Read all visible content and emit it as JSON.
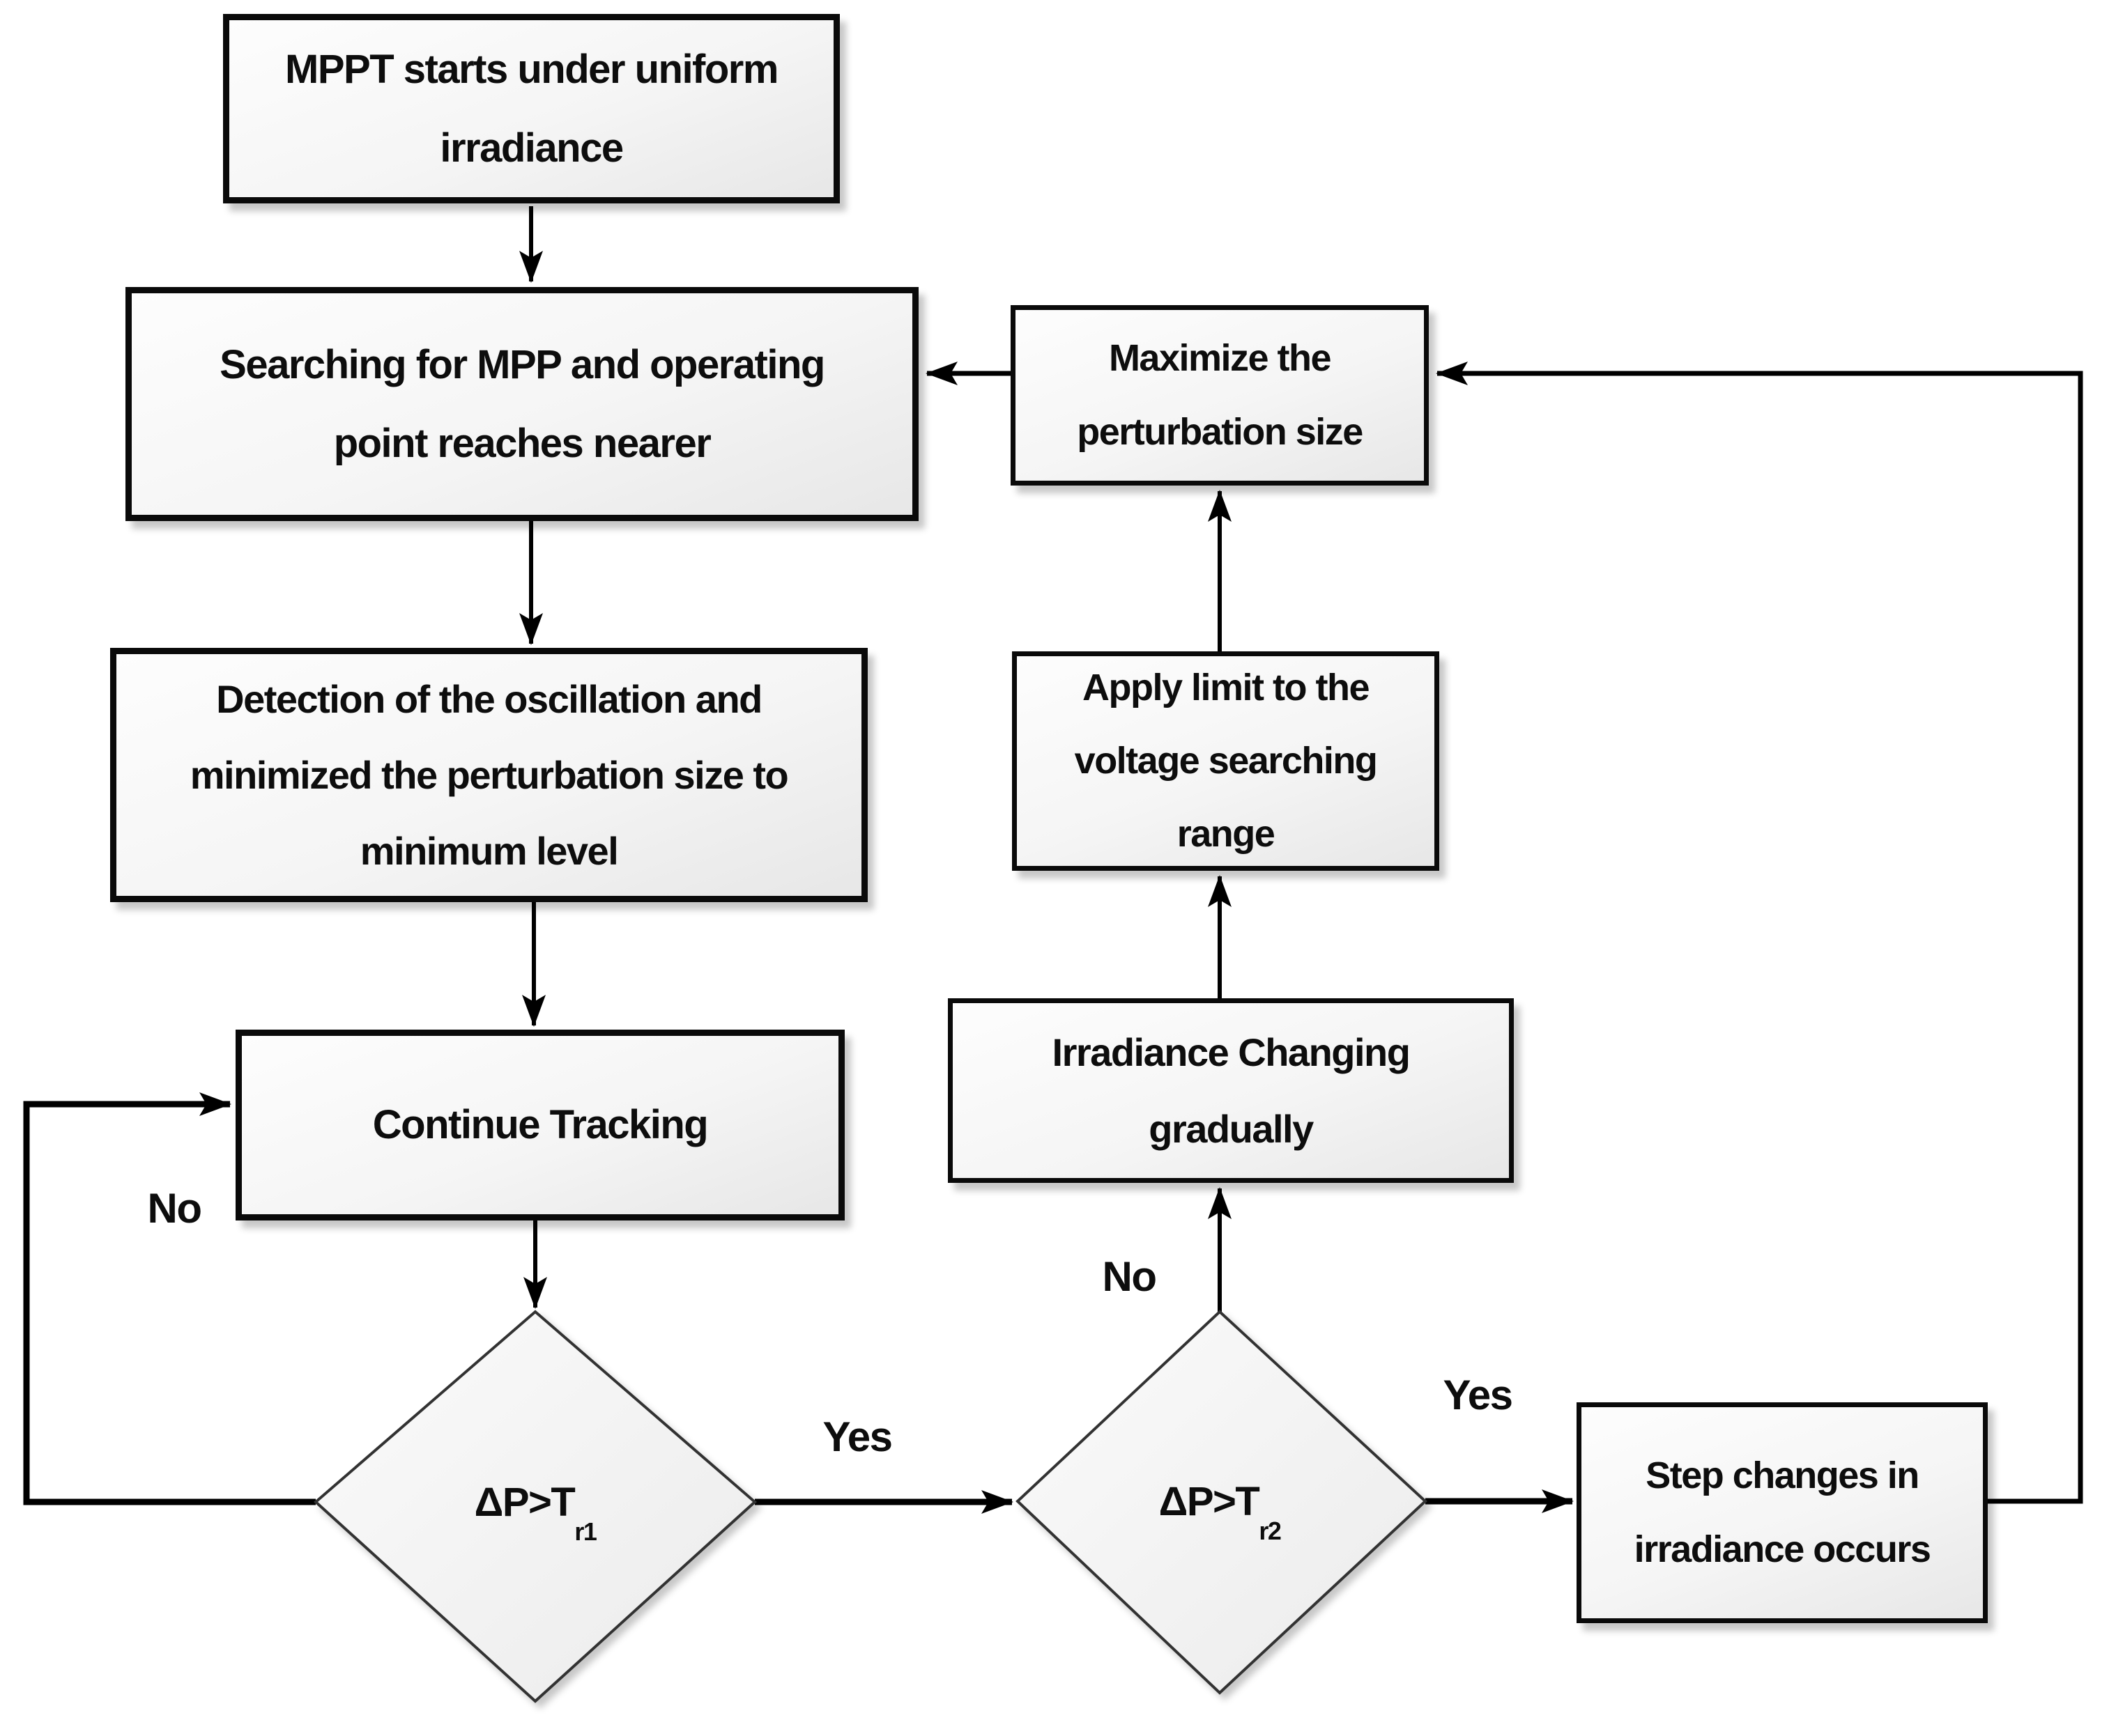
{
  "diagram": {
    "type": "flowchart",
    "colors": {
      "background": "#ffffff",
      "line": "#000000",
      "box_border": "#0a0a0a",
      "box_fill_light": "#fdfdfd",
      "box_fill_dark": "#e7e7e7",
      "text": "#0d0d0d"
    },
    "nodes": {
      "start": {
        "label": "MPPT starts under uniform irradiance"
      },
      "searching": {
        "label": "Searching for MPP and operating point reaches nearer"
      },
      "detection": {
        "label": "Detection of the oscillation and minimized the perturbation size to minimum level"
      },
      "continue_tracking": {
        "label": "Continue Tracking"
      },
      "decision1": {
        "label_base": "ΔP>T",
        "label_sub": "r1"
      },
      "decision2": {
        "label_base": "ΔP>T",
        "label_sub": "r2"
      },
      "maximize": {
        "label": "Maximize the perturbation size"
      },
      "apply_limit": {
        "label": "Apply limit to the voltage searching range"
      },
      "irradiance_gradual": {
        "label": "Irradiance Changing gradually"
      },
      "step_changes": {
        "label": "Step changes in irradiance occurs"
      }
    },
    "edge_labels": {
      "no1": "No",
      "yes1": "Yes",
      "no2": "No",
      "yes2": "Yes"
    }
  }
}
